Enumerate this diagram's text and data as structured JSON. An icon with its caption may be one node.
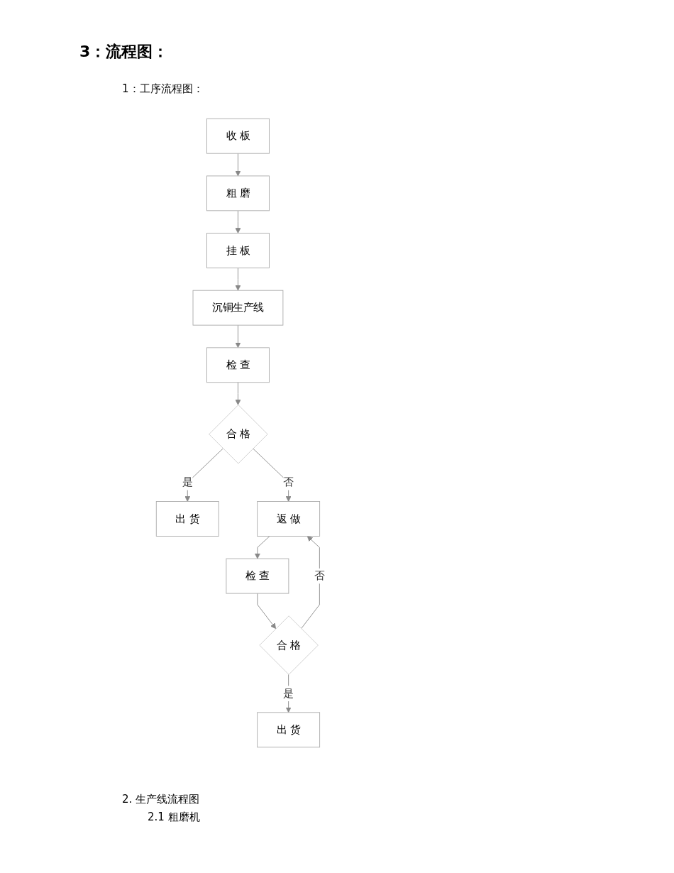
{
  "diagram": {
    "title": "3：流程图：",
    "nodes": [
      {
        "text": [
          "收 板"
        ]
      },
      {
        "text": [
          "粗 磨"
        ]
      },
      {
        "text": [
          "挂 板"
        ]
      },
      {
        "text": [
          "沉铜生产线"
        ]
      },
      {
        "text": [
          "检 查"
        ]
      },
      {
        "text": [
          "合 格"
        ]
      },
      {
        "text": [
          "出 货"
        ]
      },
      {
        "text": [
          "返 做"
        ]
      },
      {
        "text": [
          "检 查"
        ]
      },
      {
        "text": [
          "合 格"
        ]
      },
      {
        "text": [
          "出 货"
        ]
      }
    ],
    "edges": [
      {
        "from": 0,
        "to": 1,
        "arrow": "to"
      },
      {
        "from": 1,
        "to": 2,
        "arrow": "to"
      },
      {
        "from": 2,
        "to": 3,
        "arrow": "to"
      },
      {
        "from": 3,
        "to": 4,
        "arrow": "to"
      },
      {
        "from": 4,
        "to": 5,
        "arrow": "to"
      },
      {
        "from": 5,
        "to": 7,
        "arrow": "to",
        "label": "否"
      },
      {
        "from": 5,
        "to": 6,
        "arrow": "to",
        "label": "是"
      },
      {
        "from": 7,
        "to": 8,
        "arrow": "to"
      },
      {
        "from": 8,
        "to": 9,
        "arrow": "to"
      },
      {
        "from": 9,
        "to": 7,
        "arrow": "to",
        "label": "否"
      },
      {
        "from": 9,
        "to": 10,
        "arrow": "to",
        "label": "是"
      }
    ],
    "labels": [
      "1：工序流程图：",
      "2. 生产线流程图",
      "2.1 粗磨机"
    ]
  }
}
